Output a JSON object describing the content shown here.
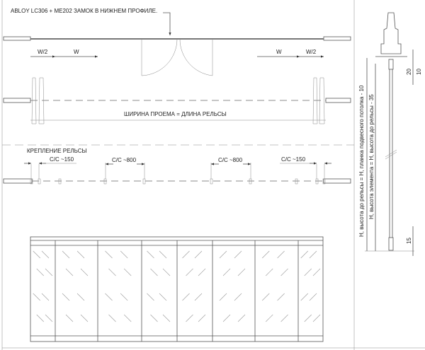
{
  "plan": {
    "lock_note": "ABLOY LC306 + ME202 ЗАМОК В НИЖНЕМ ПРОФИЛЕ.",
    "dims": {
      "half_w": "W/2",
      "w": "W"
    }
  },
  "stacked": {
    "span_label": "ШИРИНА ПРОЕМА = ДЛИНА РЕЛЬСЫ"
  },
  "fixing": {
    "title": "КРЕПЛЕНИЕ РЕЛЬСЫ",
    "cc_150": "C/C ~150",
    "cc_800": "C/C ~800"
  },
  "section": {
    "h_rail": "H, высота до рельсы = H, планка подвесного потолка - 10",
    "h_element": "H, высота элемента = H, высота до рельсы - 35",
    "dim_20": "20",
    "dim_10": "10",
    "dim_15": "15"
  }
}
